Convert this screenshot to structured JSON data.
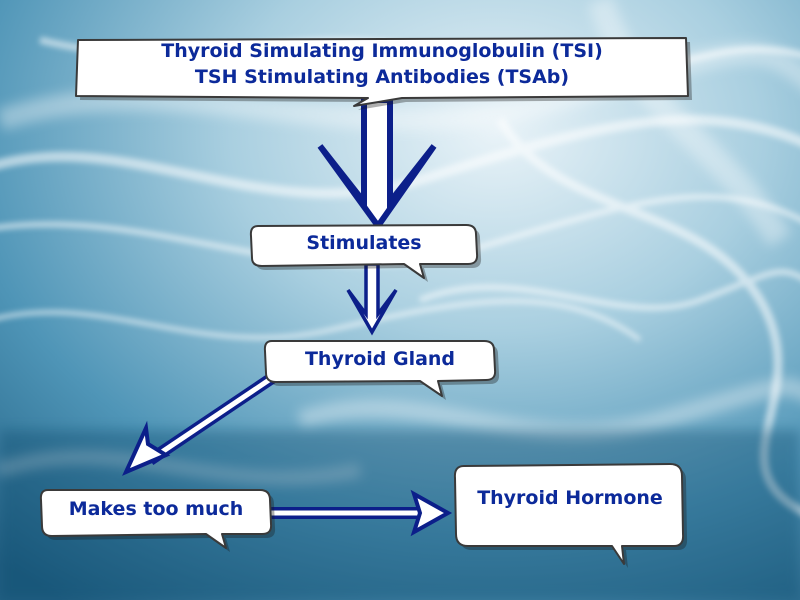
{
  "diagram": {
    "source_box": {
      "line1": "Thyroid Simulating Immunoglobulin (TSI)",
      "line2": "TSH Stimulating Antibodies (TSAb)"
    },
    "step_stimulates": "Stimulates",
    "step_thyroid_gland": "Thyroid Gland",
    "step_makes_too_much": "Makes too much",
    "step_thyroid_hormone": "Thyroid Hormone"
  },
  "colors": {
    "text": "#0c2a9a",
    "arrow_outline": "#0c1f8a",
    "arrow_fill": "#ffffff",
    "box_fill": "#ffffff",
    "background": "#2a6f93"
  }
}
